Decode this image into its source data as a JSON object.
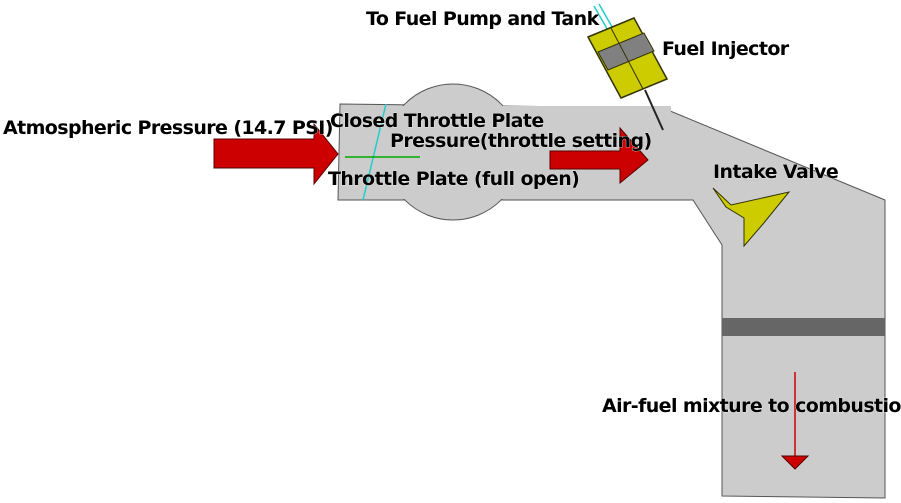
{
  "labels": {
    "fuel_supply": "To Fuel Pump and Tank",
    "fuel_injector": "Fuel Injector",
    "atmospheric": "Atmospheric Pressure (14.7 PSI)",
    "closed_throttle": "Closed Throttle Plate",
    "pressure_setting": "Pressure(throttle setting)",
    "full_open": "Throttle Plate (full open)",
    "intake_valve": "Intake Valve",
    "mixture": "Air-fuel mixture to combustion"
  },
  "colors": {
    "manifold": "#cccccc",
    "arrow": "#cc0000",
    "injector": "#cccc00",
    "injector_band": "#808080",
    "closed_plate": "#22cccc",
    "open_plate": "#00aa00",
    "divider": "#666666"
  }
}
